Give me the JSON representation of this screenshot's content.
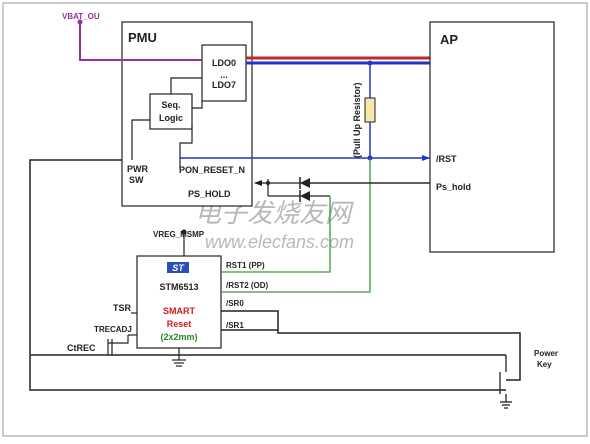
{
  "labels": {
    "vbat": "VBAT_OU",
    "pmu": "PMU",
    "ldo0": "LDO0",
    "ldo_dots": "...",
    "ldo7": "LDO7",
    "seq1": "Seq.",
    "seq2": "Logic",
    "pwr1": "PWR",
    "pwr2": "SW",
    "pon_reset": "PON_RESET_N",
    "ps_hold_pmu": "PS_HOLD",
    "pullup": "(Pull Up Resistor)",
    "ap": "AP",
    "rst_ap": "/RST",
    "ps_hold_ap": "Ps_hold",
    "vreg": "VREG_MSMP",
    "st_logo": "ST",
    "chip": "STM6513",
    "smart": "SMART",
    "reset": "Reset",
    "package": "(2x2mm)",
    "rst1": "RST1 (PP)",
    "rst2": "/RST2 (OD)",
    "sr0": "/SR0",
    "sr1": "/SR1",
    "tsr": "TSR",
    "trec": "TRECADJ",
    "ctrec": "CtREC",
    "power1": "Power",
    "power2": "Key",
    "watermark_cn": "电子发烧友网",
    "watermark_url": "www.elecfans.com"
  },
  "colors": {
    "purple": "#9b2f9b",
    "red": "#c0282e",
    "blue": "#2233cc",
    "green": "#3a9a3a",
    "pmu_label": "#222222",
    "smart_red": "#d01c1c",
    "package_green": "#2a8a2a",
    "resistor": "#f6e8a8"
  }
}
